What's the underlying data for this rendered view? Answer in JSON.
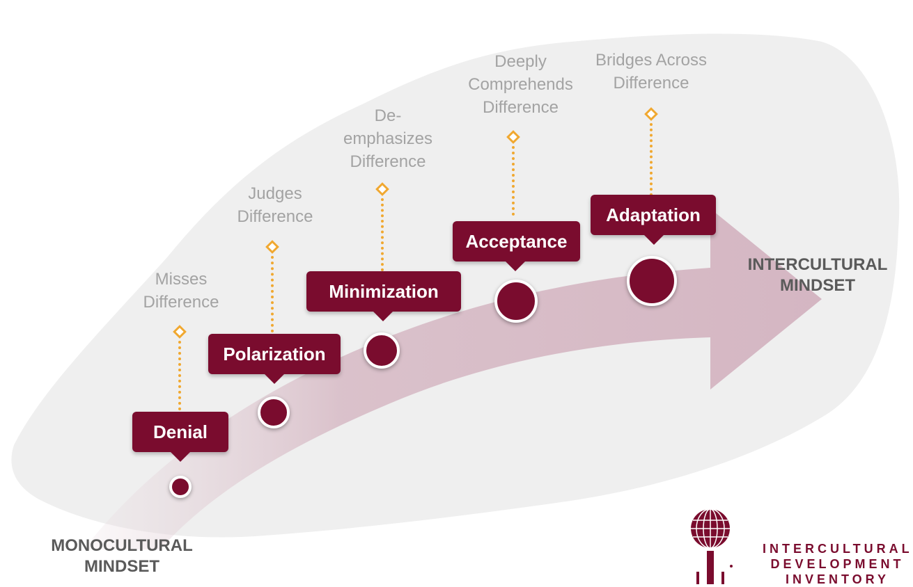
{
  "diagram": {
    "stages": [
      {
        "id": "denial",
        "label": "Denial",
        "description": "Misses\nDifference"
      },
      {
        "id": "polarization",
        "label": "Polarization",
        "description": "Judges\nDifference"
      },
      {
        "id": "minimization",
        "label": "Minimization",
        "description": "De-\nemphasizes\nDifference"
      },
      {
        "id": "acceptance",
        "label": "Acceptance",
        "description": "Deeply\nComprehends\nDifference"
      },
      {
        "id": "adaptation",
        "label": "Adaptation",
        "description": "Bridges Across\nDifference"
      }
    ],
    "start_label": {
      "line1": "MONOCULTURAL",
      "line2": "MINDSET"
    },
    "end_label": {
      "line1": "INTERCULTURAL",
      "line2": "MINDSET"
    }
  },
  "logo": {
    "line1": "INTERCULTURAL",
    "line2": "DEVELOPMENT",
    "line3": "INVENTORY"
  },
  "colors": {
    "accent": "#7a0c2e",
    "connector": "#f0a830",
    "description_text": "#a3a3a3",
    "arrow": "#d8b9c5",
    "brush": "#eeeeee"
  }
}
